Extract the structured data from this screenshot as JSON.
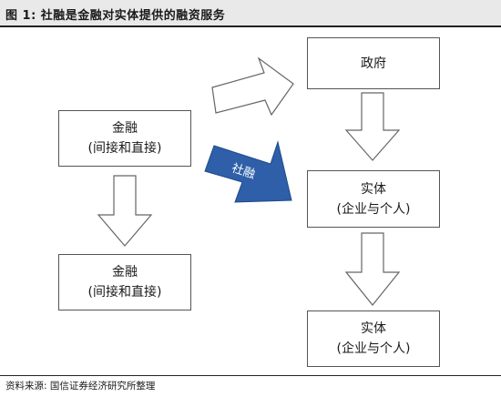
{
  "figure": {
    "title": "图 1:  社融是金融对实体提供的融资服务"
  },
  "boxes": {
    "finance_top": {
      "line1": "金融",
      "line2": "(间接和直接)"
    },
    "finance_bottom": {
      "line1": "金融",
      "line2": "(间接和直接)"
    },
    "government": {
      "line1": "政府"
    },
    "entity_middle": {
      "line1": "实体",
      "line2": "(企业与个人)"
    },
    "entity_bottom": {
      "line1": "实体",
      "line2": "(企业与个人)"
    }
  },
  "arrows": {
    "social_financing_label": "社融",
    "social_financing_color": "#2e5fa8"
  },
  "source": "资料来源:  国信证券经济研究所整理"
}
